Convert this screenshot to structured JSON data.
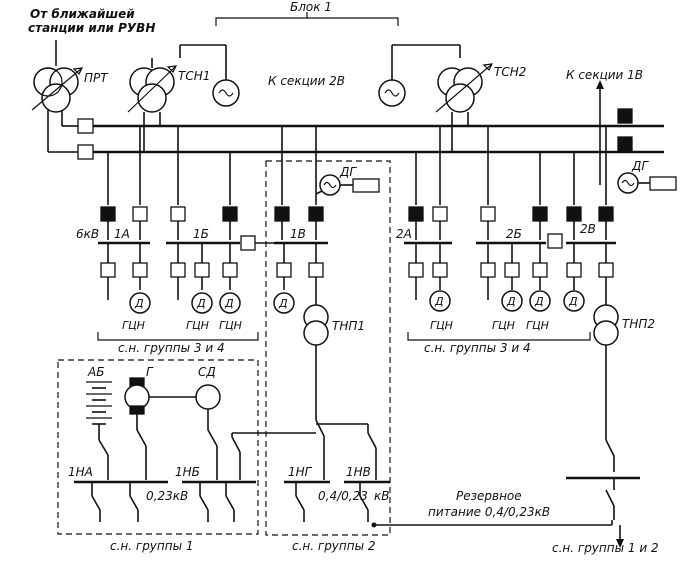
{
  "labels": {
    "source_top": "От ближайшей",
    "source_bottom": "станции или РУВН",
    "prt": "ПРТ",
    "tsn1": "ТСН1",
    "tsn2": "ТСН2",
    "block1": "Блок 1",
    "to_section_2v": "К секции 2В",
    "to_section_1v": "К секции 1В",
    "dg1": "ДГ",
    "dg2": "ДГ",
    "kv6": "6кВ",
    "s1a": "1А",
    "s1b": "1Б",
    "s1v": "1В",
    "s2a": "2А",
    "s2b": "2Б",
    "s2v": "2В",
    "d": "Д",
    "gtsn": "ГЦН",
    "tnp1": "ТНП1",
    "tnp2": "ТНП2",
    "group34_left": "с.н. группы 3 и 4",
    "group34_right": "с.н. группы 3 и 4",
    "ab": "АБ",
    "g": "Г",
    "sd": "СД",
    "s1na": "1НА",
    "s1nb": "1НБ",
    "v023": "0,23кВ",
    "s1ng": "1НГ",
    "s1nv": "1НВ",
    "v04_023": "0,4/0,23",
    "kv": "кВ",
    "reserve_1": "Резервное",
    "reserve_2": "питание 0,4/0,23кВ",
    "group1": "с.н. группы 1",
    "group2": "с.н. группы 2",
    "group12": "с.н. группы 1 и 2"
  }
}
